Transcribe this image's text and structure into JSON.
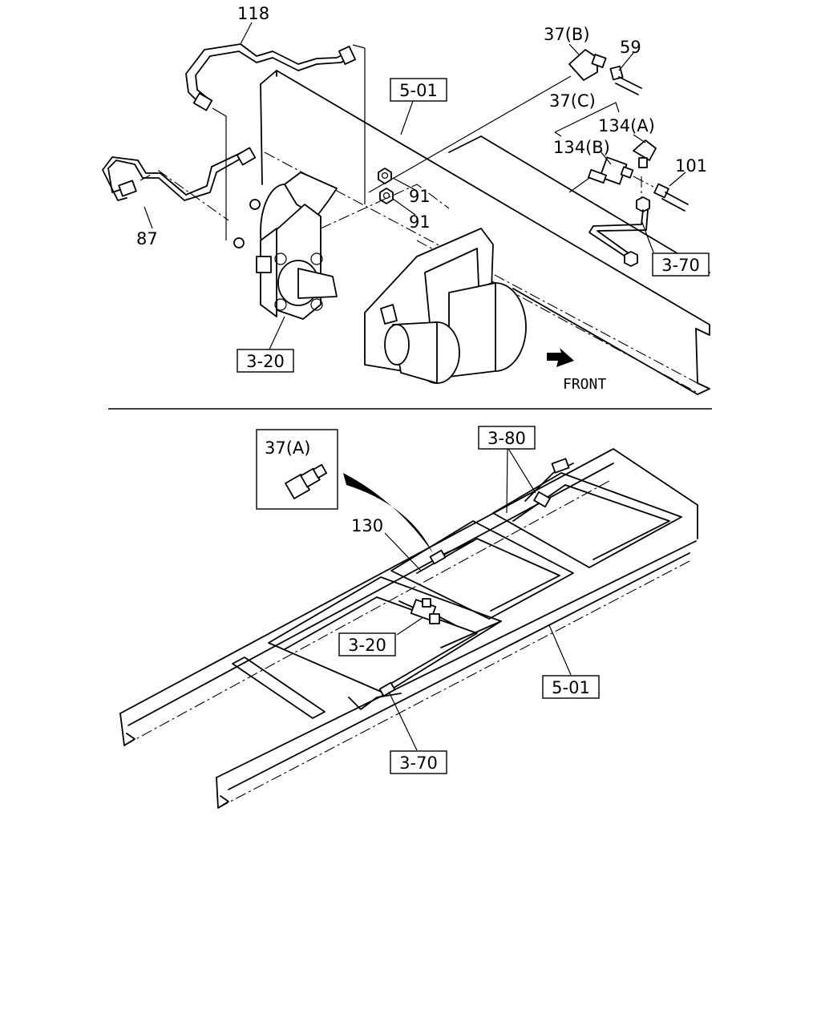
{
  "top_view": {
    "labels": {
      "l118": "118",
      "l87": "87",
      "l91a": "91",
      "l91b": "91",
      "l37b": "37(B)",
      "l59": "59",
      "l37c": "37(C)",
      "l134a": "134(A)",
      "l134b": "134(B)",
      "l101": "101"
    },
    "refs": {
      "r501": "5-01",
      "r370": "3-70",
      "r320": "3-20"
    },
    "front": "FRONT"
  },
  "bottom_view": {
    "labels": {
      "l37a": "37(A)",
      "l130": "130"
    },
    "refs": {
      "r380": "3-80",
      "r320": "3-20",
      "r501": "5-01",
      "r370": "3-70"
    }
  }
}
